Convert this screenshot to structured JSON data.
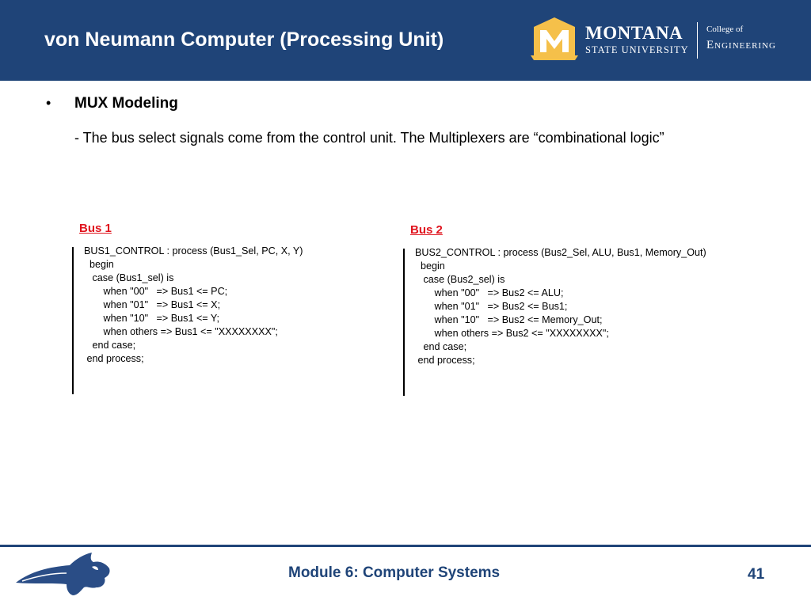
{
  "header": {
    "title": "von Neumann Computer (Processing Unit)",
    "logo": {
      "mark": "M",
      "university_line1": "MONTANA",
      "university_line2": "STATE UNIVERSITY",
      "college_line1": "College of",
      "college_line2": "Engineering"
    }
  },
  "content": {
    "bullet_symbol": "•",
    "bullet_heading": "MUX Modeling",
    "bullet_body": "- The bus select signals come from the control unit.  The Multiplexers are “combinational logic”"
  },
  "bus1": {
    "label": "Bus 1",
    "code": "BUS1_CONTROL : process (Bus1_Sel, PC, X, Y)\n  begin\n   case (Bus1_sel) is\n       when \"00\"   => Bus1 <= PC;\n       when \"01\"   => Bus1 <= X;\n       when \"10\"   => Bus1 <= Y;\n       when others => Bus1 <= \"XXXXXXXX\";\n   end case;\n end process;"
  },
  "bus2": {
    "label": "Bus 2",
    "code": "BUS2_CONTROL : process (Bus2_Sel, ALU, Bus1, Memory_Out)\n  begin\n   case (Bus2_sel) is\n       when \"00\"   => Bus2 <= ALU;\n       when \"01\"   => Bus2 <= Bus1;\n       when \"10\"   => Bus2 <= Memory_Out;\n       when others => Bus2 <= \"XXXXXXXX\";\n   end case;\n end process;"
  },
  "footer": {
    "module": "Module 6: Computer Systems",
    "page_number": "41"
  },
  "colors": {
    "header_bg": "#1f4478",
    "accent_gold": "#f5c04a",
    "bus_label": "#e0141e",
    "footer_text": "#1f4478"
  },
  "icons": {
    "university_mark": "montana-m-logo-icon",
    "mascot": "bobcat-logo-icon"
  }
}
